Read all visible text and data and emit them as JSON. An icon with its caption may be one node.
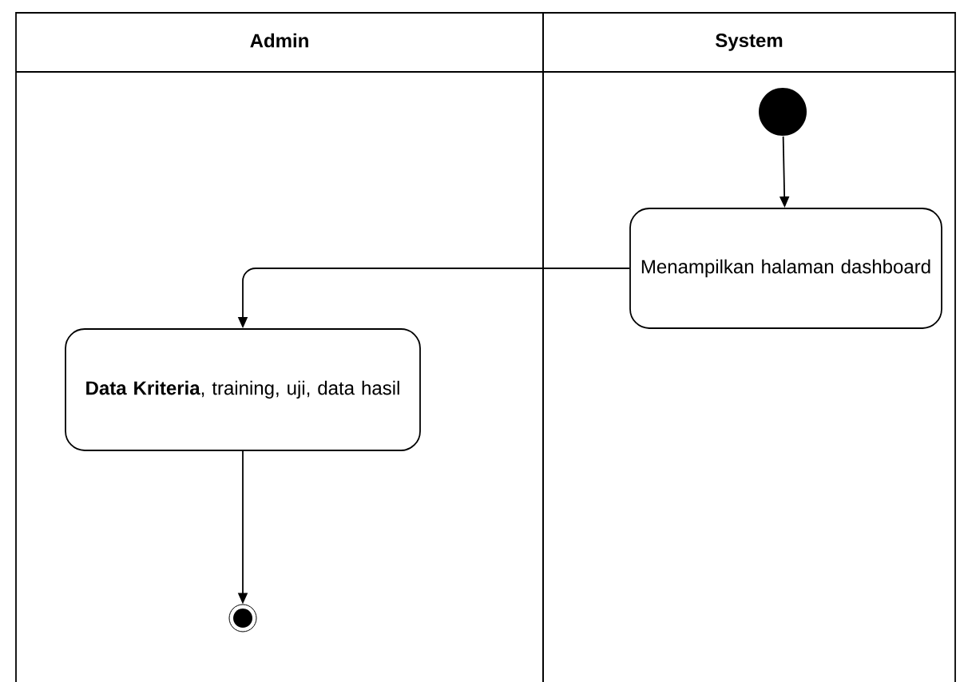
{
  "diagram": {
    "nodes": [
      {
        "text": [
          "Admin"
        ]
      },
      {
        "text": [
          "System"
        ]
      },
      {
        "text": [],
        "shape": "circle",
        "in": 1
      },
      {
        "text": [
          "Menampilkan halaman dashboard"
        ],
        "in": 1
      },
      {
        "text": [
          "**Data Kriteria**, training, uji, data hasil"
        ],
        "in": 0
      },
      {
        "text": [],
        "shape": "circle",
        "in": 0
      }
    ],
    "edges": [
      {
        "from": 2,
        "to": 3,
        "arrow": "to"
      },
      {
        "from": 3,
        "to": 4,
        "arrow": "to"
      },
      {
        "from": 4,
        "to": 5,
        "arrow": "to"
      }
    ]
  }
}
